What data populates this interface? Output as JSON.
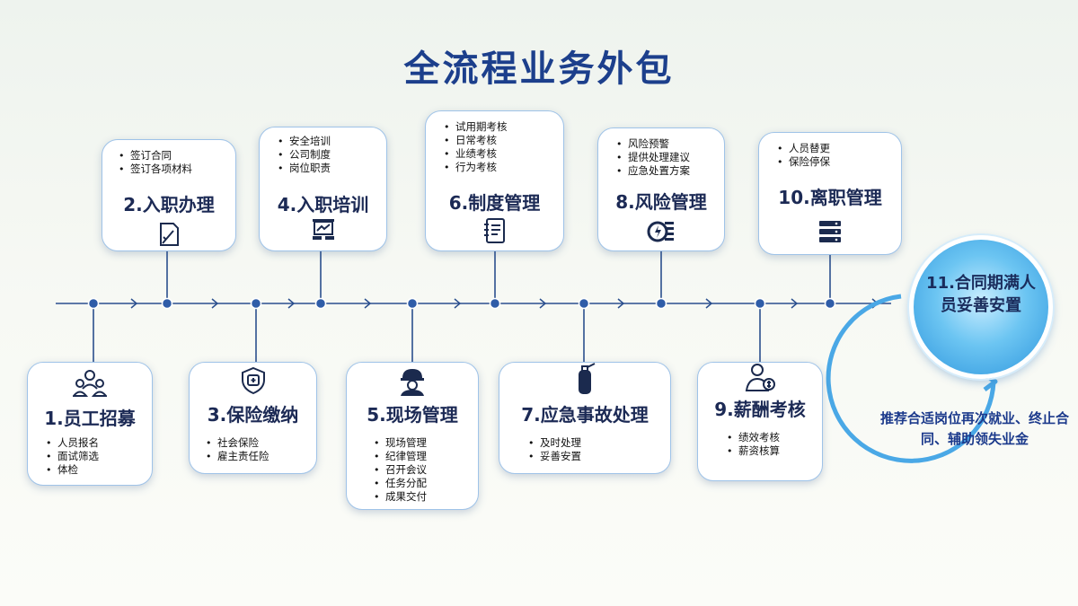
{
  "title": "全流程业务外包",
  "steps": [
    {
      "label": "1.员工招募",
      "items": [
        "人员报名",
        "面试筛选",
        "体检"
      ]
    },
    {
      "label": "2.入职办理",
      "items": [
        "签订合同",
        "签订各项材料"
      ]
    },
    {
      "label": "3.保险缴纳",
      "items": [
        "社会保险",
        "雇主责任险"
      ]
    },
    {
      "label": "4.入职培训",
      "items": [
        "安全培训",
        "公司制度",
        "岗位职责"
      ]
    },
    {
      "label": "5.现场管理",
      "items": [
        "现场管理",
        "纪律管理",
        "召开会议",
        "任务分配",
        "成果交付"
      ]
    },
    {
      "label": "6.制度管理",
      "items": [
        "试用期考核",
        "日常考核",
        "业绩考核",
        "行为考核"
      ]
    },
    {
      "label": "7.应急事故处理",
      "items": [
        "及时处理",
        "妥善安置"
      ]
    },
    {
      "label": "8.风险管理",
      "items": [
        "风险预警",
        "提供处理建议",
        "应急处置方案"
      ]
    },
    {
      "label": "9.薪酬考核",
      "items": [
        "绩效考核",
        "薪资核算"
      ]
    },
    {
      "label": "10.离职管理",
      "items": [
        "人员替更",
        "保险停保"
      ]
    }
  ],
  "final": {
    "label": "11.合同期满人员妥善安置"
  },
  "note": "推荐合适岗位再次就业、终止合同、辅助领失业金",
  "colors": {
    "title": "#1c3f8c",
    "card_border": "#9fc3e8",
    "line": "#2b4f8e",
    "circle": "#3aa0e4"
  },
  "icons": [
    "people-icon",
    "sign-document-icon",
    "shield-medical-icon",
    "training-board-icon",
    "worker-helmet-icon",
    "notebook-icon",
    "fire-extinguisher-icon",
    "risk-coin-icon",
    "salary-manager-icon",
    "server-stack-icon"
  ]
}
